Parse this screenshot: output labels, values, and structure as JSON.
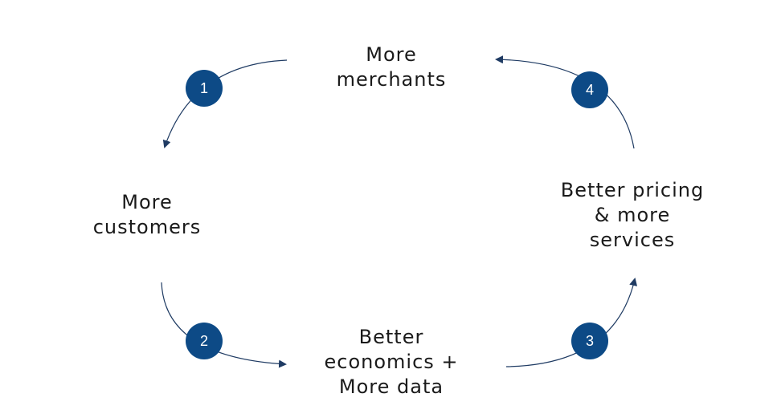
{
  "colors": {
    "accent": "#0d4a86",
    "arrow": "#1f3b63",
    "text": "#1a1a1a"
  },
  "nodes": {
    "merchants": {
      "lines": [
        "More",
        "merchants"
      ]
    },
    "customers": {
      "lines": [
        "More",
        "customers"
      ]
    },
    "economics": {
      "lines": [
        "Better",
        "economics +",
        "More data"
      ]
    },
    "pricing": {
      "lines": [
        "Better pricing",
        "& more",
        "services"
      ]
    }
  },
  "steps": [
    {
      "number": "1",
      "from": "More merchants",
      "to": "More customers"
    },
    {
      "number": "2",
      "from": "More customers",
      "to": "Better economics + More data"
    },
    {
      "number": "3",
      "from": "Better economics + More data",
      "to": "Better pricing & more services"
    },
    {
      "number": "4",
      "from": "Better pricing & more services",
      "to": "More merchants"
    }
  ]
}
